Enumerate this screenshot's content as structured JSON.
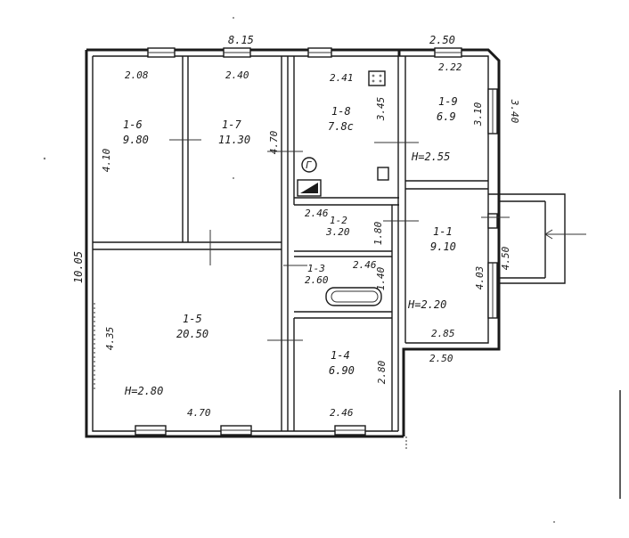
{
  "plan": {
    "dimensions": {
      "top_total": "8.15",
      "top_ext": "2.50",
      "left_total": "10.05",
      "r6_top": "2.08",
      "r7_top": "2.40",
      "r8_top": "2.41",
      "r9_top": "2.22",
      "r6_side": "4.10",
      "r7_side": "4.70",
      "r8_side": "3.45",
      "r9_side": "3.10",
      "ext_side": "3.40",
      "r2_top": "2.46",
      "r2_side": "1.80",
      "r3_top": "2.46",
      "r3_side": "1.40",
      "r5_side": "4.35",
      "r5_bottom": "4.70",
      "r4_side": "2.80",
      "r4_bottom": "2.46",
      "r1_side_in": "4.03",
      "r1_side_out": "4.50",
      "r1_bottom": "2.85",
      "ext_bottom": "2.50"
    },
    "rooms": [
      {
        "id": "1-6",
        "area": "9.80"
      },
      {
        "id": "1-7",
        "area": "11.30"
      },
      {
        "id": "1-8",
        "area": "7.8c"
      },
      {
        "id": "1-9",
        "area": "6.9"
      },
      {
        "id": "1-2",
        "area": "3.20"
      },
      {
        "id": "1-3",
        "area": "2.60"
      },
      {
        "id": "1-1",
        "area": "9.10"
      },
      {
        "id": "1-5",
        "area": "20.50"
      },
      {
        "id": "1-4",
        "area": "6.90"
      }
    ],
    "heights": {
      "main": "H=2.80",
      "ext_top": "H=2.55",
      "ext_room": "H=2.20"
    },
    "symbols": {
      "stove_mark": "Г"
    }
  }
}
